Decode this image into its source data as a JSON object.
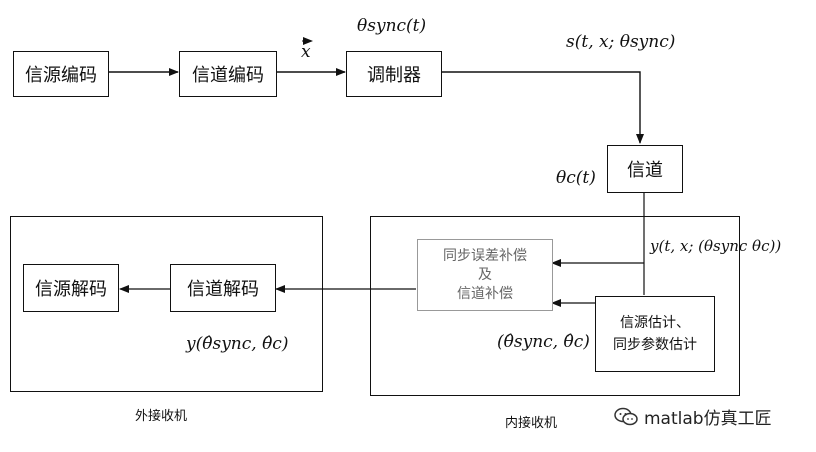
{
  "blocks": {
    "source_encoder": "信源编码",
    "channel_encoder": "信道编码",
    "modulator": "调制器",
    "channel": "信道",
    "sync_comp_line1": "同步误差补偿",
    "sync_comp_line2": "及",
    "sync_comp_line3": "信道补偿",
    "estimator_line1": "信源估计、",
    "estimator_line2": "同步参数估计",
    "channel_decoder": "信道解码",
    "source_decoder": "信源解码"
  },
  "frames": {
    "outer_receiver": "外接收机",
    "inner_receiver": "内接收机"
  },
  "labels": {
    "x_vec": "x",
    "theta_sync_t": "θsync(t)",
    "signal_s": "s(t, x; θsync)",
    "theta_c_t": "θc(t)",
    "received_y": "y(t, x; (θsync θc))",
    "estimates": "(θ̂sync, θ̂c)",
    "decoded_y": "y(θ̂sync, θ̂c)"
  },
  "watermark": "matlab仿真工匠"
}
